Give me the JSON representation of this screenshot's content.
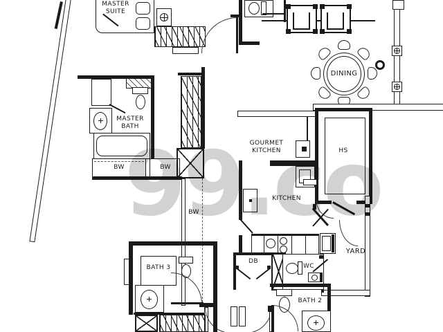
{
  "watermark": "99.co",
  "plan": {
    "rooms": {
      "master_suite": {
        "line1": "MASTER",
        "line2": "SUITE"
      },
      "master_bath": {
        "line1": "MASTER",
        "line2": "BATH"
      },
      "dining": {
        "label": "DINING"
      },
      "gourmet_kitchen": {
        "line1": "GOURMET",
        "line2": "KITCHEN"
      },
      "kitchen": {
        "label": "KITCHEN"
      },
      "household_shelter": {
        "label": "HS"
      },
      "yard": {
        "label": "YARD"
      },
      "wc": {
        "label": "WC"
      },
      "db": {
        "label": "DB"
      },
      "bath_2": {
        "label": "BATH 2"
      },
      "bath_3": {
        "label": "BATH 3"
      }
    },
    "annotations": {
      "bay_window_master": "BW",
      "bay_window_mid": "BW",
      "bay_window_corridor": "BW"
    },
    "colors": {
      "line": "#1b1b1b",
      "watermark": "#c6c6c6",
      "background": "#ffffff"
    }
  }
}
